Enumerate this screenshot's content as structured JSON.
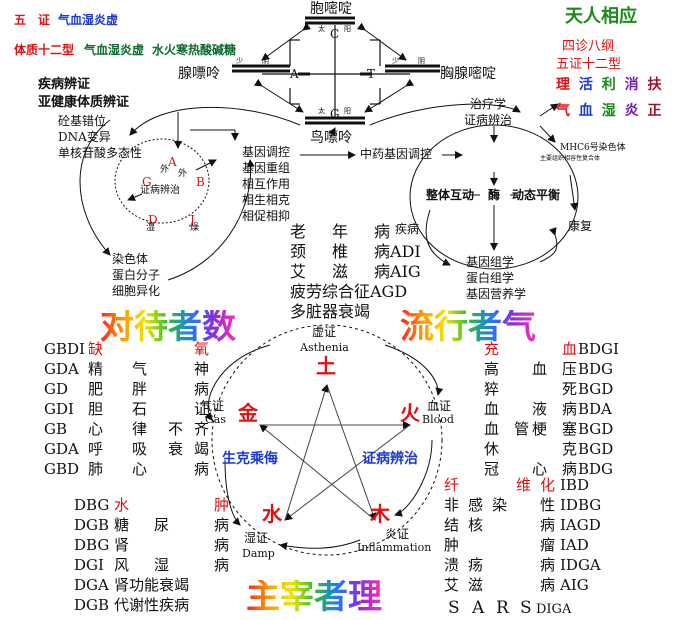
{
  "top_left": {
    "line1_a": "五",
    "line1_b": "证",
    "line1_c": "气血湿炎虚",
    "line2_a": "体质十二型",
    "line2_b": "气血湿炎虚",
    "line2_c": "水火寒热酸碱糖"
  },
  "top_right": {
    "title": "天人相应",
    "sub1": "四诊八纲",
    "sub2": "五证十二型",
    "row1": [
      "理",
      "活",
      "利",
      "消",
      "扶"
    ],
    "row2": [
      "气",
      "血",
      "湿",
      "炎",
      "正"
    ],
    "mhc1": "MHC",
    "mhc2": "6号染色体",
    "mhc3": "主要组织相容性复合体"
  },
  "dna": {
    "top_label": "胞嘧啶",
    "left_label": "腺嘌呤",
    "right_label": "胸腺嘧啶",
    "bottom_label": "鸟嘌呤",
    "C": "C",
    "A": "A",
    "T": "T",
    "G": "G",
    "tai": "太",
    "yang": "阳",
    "shao": "少",
    "yin": "阴"
  },
  "left_block": {
    "title1": "疾病辨证",
    "title2": "亚健康体质辨证",
    "items": [
      "砼基错位",
      "DNA变异",
      "单核苷酸多态性"
    ],
    "bottom": [
      "染色体",
      "蛋白分子",
      "细胞异化"
    ],
    "center": "证病辨治",
    "A": "A",
    "B": "B",
    "D": "D",
    "J": "J",
    "G": "G",
    "tag1": "外",
    "tag2": "外",
    "tag3": "湿",
    "tag4": "燥"
  },
  "middle_column": {
    "items": [
      "基因调控",
      "基因重组",
      "相互作用",
      "相生相克",
      "相促相抑"
    ],
    "tcm": "中药基因调控"
  },
  "right_block": {
    "top1": "治疗学",
    "top2": "证病辨治",
    "bold1": "整体互动",
    "bold2": "酶",
    "bold3": "动态平衡",
    "left": "疾病",
    "right": "康复",
    "bottom": [
      "基因组学",
      "蛋白组学",
      "基因营养学"
    ]
  },
  "center_list": {
    "rows": [
      [
        "老",
        "年",
        "病"
      ],
      [
        "颈",
        "椎",
        "病ADI"
      ],
      [
        "艾",
        "滋",
        "病AIG"
      ],
      [
        "疲劳综合征AGD"
      ],
      [
        "多脏器衰竭"
      ]
    ]
  },
  "headings": {
    "left": "对待者数",
    "right": "流行者气",
    "bottom": "主宰者理"
  },
  "pentagon": {
    "top_cn": "虚证",
    "top_en": "Asthenia",
    "top_element": "土",
    "left_cn": "气证",
    "left_en": "Gas",
    "left_element": "金",
    "right_cn": "血证",
    "right_en": "Blood",
    "right_element": "火",
    "bl_cn": "湿证",
    "bl_en": "Damp",
    "bl_element": "水",
    "br_cn": "炎证",
    "br_en": "Inflammation",
    "br_element": "木",
    "left_phrase": "生克乘侮",
    "right_phrase": "证病辨治"
  },
  "grid_left": {
    "codes": [
      "GBDI",
      "GDA",
      "GD",
      "GDI",
      "GB",
      "GDA",
      "GBD"
    ],
    "rows": [
      [
        "缺",
        "",
        "",
        "氧"
      ],
      [
        "精",
        "气",
        "",
        "神"
      ],
      [
        "肥",
        "胖",
        "",
        "病"
      ],
      [
        "胆",
        "石",
        "",
        "证"
      ],
      [
        "心",
        "律",
        "不",
        "齐"
      ],
      [
        "呼",
        "吸",
        "衰",
        "竭"
      ],
      [
        "肺",
        "心",
        "",
        "病"
      ]
    ]
  },
  "grid_right": {
    "codes": [
      "BDGI",
      "BDG",
      "BGD",
      "BDA",
      "BGD",
      "BGD",
      "BDG"
    ],
    "rows": [
      [
        "充",
        "",
        "",
        "血"
      ],
      [
        "高",
        "",
        "血",
        "压"
      ],
      [
        "猝",
        "",
        "",
        "死"
      ],
      [
        "血",
        "",
        "液",
        "病"
      ],
      [
        "血",
        "管",
        "梗",
        "塞"
      ],
      [
        "休",
        "",
        "",
        "克"
      ],
      [
        "冠",
        "",
        "心",
        "病"
      ]
    ]
  },
  "grid_bl": {
    "codes": [
      "DBG",
      "DGB",
      "DBG",
      "DGI",
      "DGA",
      "DGB"
    ],
    "rows": [
      [
        "水",
        "",
        "",
        "肿"
      ],
      [
        "糖",
        "尿",
        "",
        "病"
      ],
      [
        "肾",
        "",
        "",
        "病"
      ],
      [
        "风",
        "湿",
        "",
        "病"
      ],
      [
        "肾",
        "功",
        "能",
        "衰",
        "竭"
      ],
      [
        "代",
        "谢",
        "性",
        "疾",
        "病"
      ]
    ]
  },
  "grid_br": {
    "codes": [
      "IBD",
      "IDBG",
      "IAGD",
      "IAD",
      "IDGA",
      "AIG",
      "DIGA"
    ],
    "rows": [
      [
        "纤",
        "",
        "",
        "维",
        "化"
      ],
      [
        "非",
        "感",
        "染",
        "",
        "性"
      ],
      [
        "结",
        "核",
        "",
        "",
        "病"
      ],
      [
        "肿",
        "",
        "",
        "",
        "瘤"
      ],
      [
        "溃",
        "疡",
        "",
        "",
        "病"
      ],
      [
        "艾",
        "滋",
        "",
        "",
        "病"
      ],
      [
        "S",
        "A",
        "R",
        "S"
      ]
    ]
  }
}
